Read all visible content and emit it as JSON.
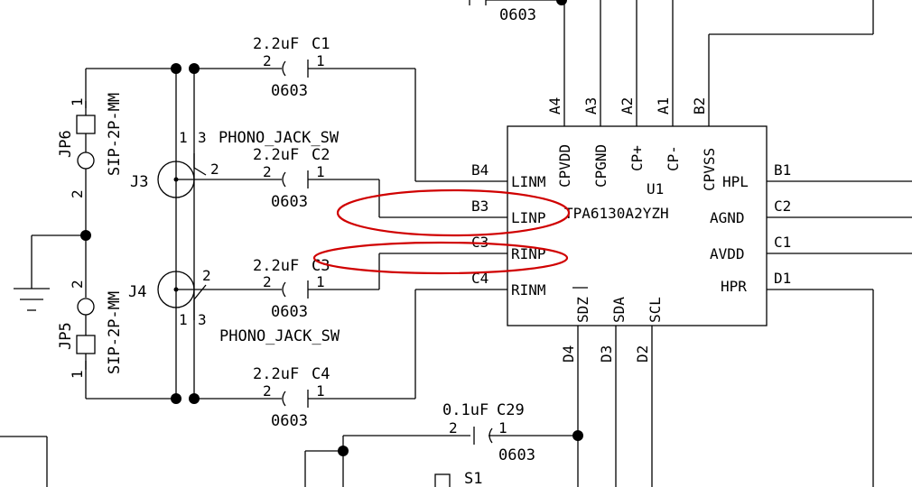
{
  "colors": {
    "wire": "#000000",
    "background": "#ffffff",
    "highlight": "#d00000"
  },
  "top_cap": {
    "value": "0603"
  },
  "caps": {
    "c1": {
      "value": "2.2uF",
      "ref": "C1",
      "pkg": "0603",
      "pin2": "2",
      "pin1": "1"
    },
    "c2": {
      "value": "2.2uF",
      "ref": "C2",
      "pkg": "0603",
      "pin2": "2",
      "pin1": "1"
    },
    "c3": {
      "value": "2.2uF",
      "ref": "C3",
      "pkg": "0603",
      "pin2": "2",
      "pin1": "1"
    },
    "c4": {
      "value": "2.2uF",
      "ref": "C4",
      "pkg": "0603",
      "pin2": "2",
      "pin1": "1"
    },
    "c29": {
      "value": "0.1uF",
      "ref": "C29",
      "pkg": "0603",
      "pin2": "2",
      "pin1": "1"
    }
  },
  "jacks": {
    "j3": {
      "ref": "J3",
      "type": "PHONO_JACK_SW",
      "pin1": "1",
      "pin2": "2",
      "pin3": "3"
    },
    "j4": {
      "ref": "J4",
      "type": "PHONO_JACK_SW",
      "pin1": "1",
      "pin2": "2",
      "pin3": "3"
    }
  },
  "headers": {
    "jp6": {
      "ref": "JP6",
      "type": "SIP-2P-MM",
      "pin1": "1",
      "pin2": "2"
    },
    "jp5": {
      "ref": "JP5",
      "type": "SIP-2P-MM",
      "pin1": "1",
      "pin2": "2"
    }
  },
  "switch": {
    "ref": "S1"
  },
  "ic": {
    "ref": "U1",
    "part": "TPA6130A2YZH",
    "left_pins": [
      {
        "ball": "B4",
        "name": "LINM"
      },
      {
        "ball": "B3",
        "name": "LINP"
      },
      {
        "ball": "C3",
        "name": "RINP"
      },
      {
        "ball": "C4",
        "name": "RINM"
      }
    ],
    "top_pins": [
      {
        "ball": "A4",
        "name": "CPVDD"
      },
      {
        "ball": "A3",
        "name": "CPGND"
      },
      {
        "ball": "A2",
        "name": "CP+"
      },
      {
        "ball": "A1",
        "name": "CP-"
      },
      {
        "ball": "B2",
        "name": "CPVSS"
      }
    ],
    "right_pins": [
      {
        "ball": "B1",
        "name": "HPL"
      },
      {
        "ball": "C2",
        "name": "AGND"
      },
      {
        "ball": "C1",
        "name": "AVDD"
      },
      {
        "ball": "D1",
        "name": "HPR"
      }
    ],
    "bottom_pins": [
      {
        "ball": "D4",
        "name": "SDZ"
      },
      {
        "ball": "D3",
        "name": "SDA"
      },
      {
        "ball": "D2",
        "name": "SCL"
      }
    ]
  }
}
